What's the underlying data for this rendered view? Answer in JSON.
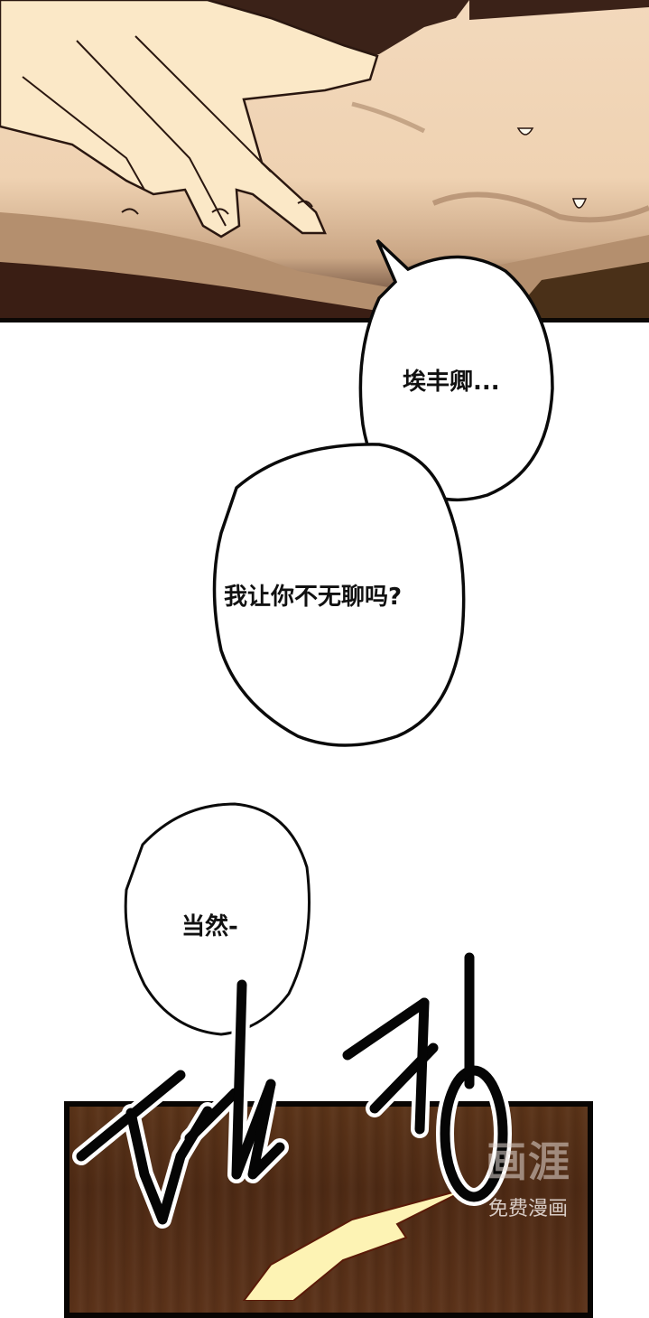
{
  "page": {
    "type": "manga-webtoon-page",
    "background_color": "#ffffff"
  },
  "panels": [
    {
      "id": "top-panel",
      "description": "close-up of a hand resting on skin with sweat drops",
      "colors": {
        "skin_light": "#f3d9bc",
        "skin_shadow": "#b48f6e",
        "dark": "#3a1e14",
        "sleeve_blue": "#5d7d8c"
      }
    },
    {
      "id": "bottom-panel",
      "description": "wooden brown background with a yellow impact shape",
      "colors": {
        "wood": "#552f16",
        "impact": "#fdf3b4",
        "border": "#080503"
      }
    }
  ],
  "bubbles": [
    {
      "id": "bubble-1",
      "text": "埃丰卿..."
    },
    {
      "id": "bubble-2",
      "text": "我让你不无聊吗?"
    },
    {
      "id": "bubble-3",
      "text": "当然-"
    }
  ],
  "sound_effect": {
    "text": "탁 칭",
    "style": "black brush strokes with white outline"
  },
  "watermark": {
    "logo": "画涯",
    "subtitle": "免费漫画"
  }
}
